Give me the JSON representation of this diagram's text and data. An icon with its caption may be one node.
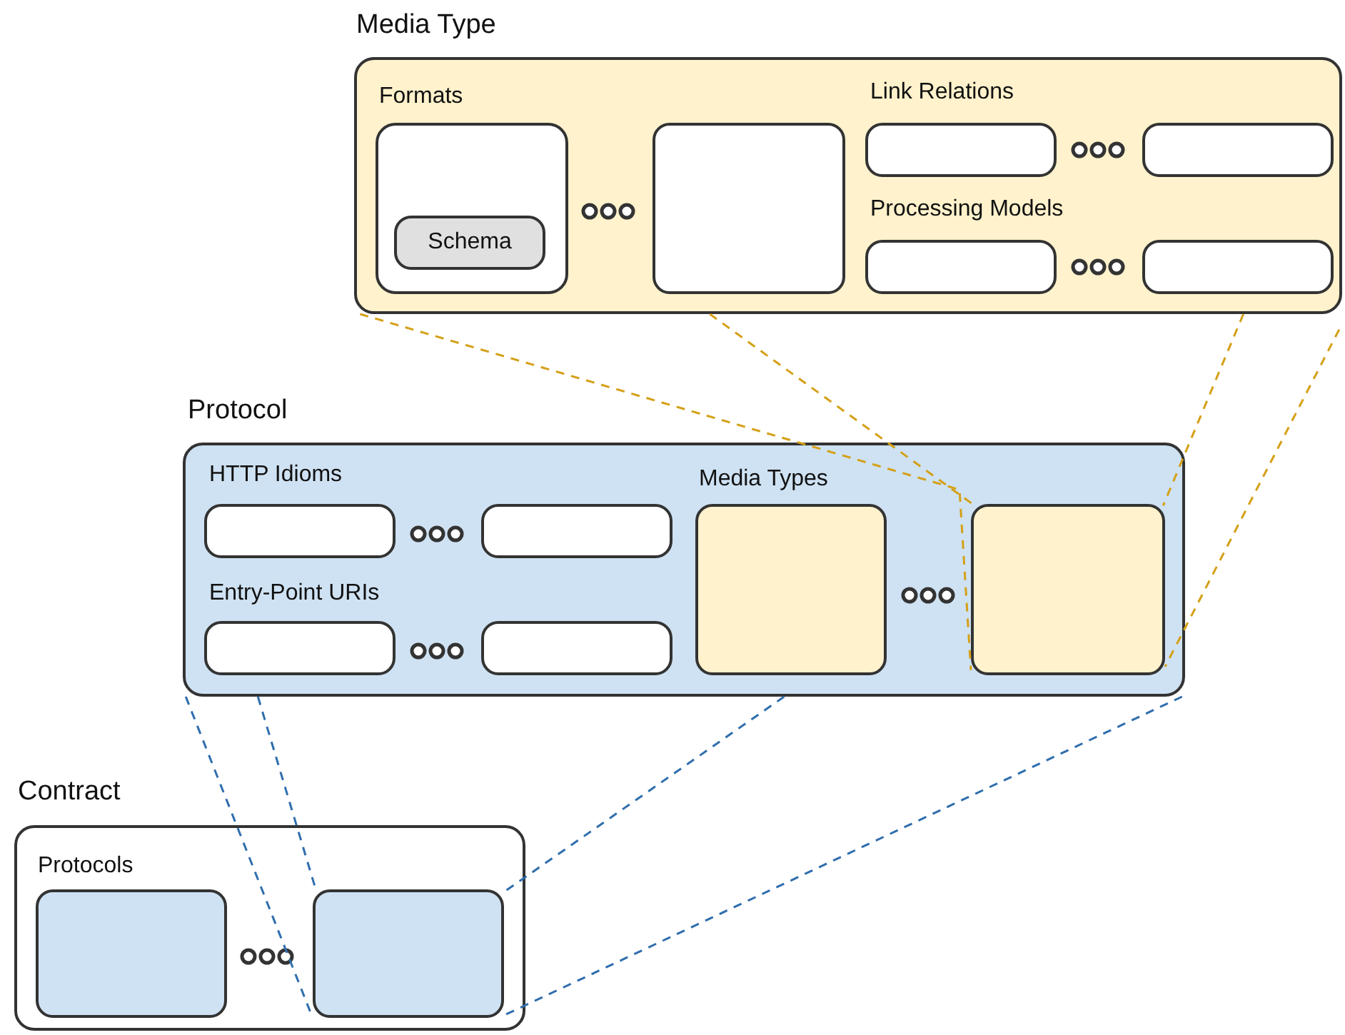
{
  "diagram": {
    "nodes": [
      {
        "text": [
          "Media Type",
          "Formats",
          "Link Relations",
          "Processing Models"
        ]
      },
      {
        "text": [],
        "shape": "box",
        "in": 0
      },
      {
        "text": [
          "Schema"
        ],
        "in": 1
      },
      {
        "text": [],
        "shape": "box",
        "in": 0
      },
      {
        "text": [],
        "shape": "box",
        "in": 0
      },
      {
        "text": [],
        "shape": "box",
        "in": 0
      },
      {
        "text": [],
        "shape": "box",
        "in": 0
      },
      {
        "text": [],
        "shape": "box",
        "in": 0
      },
      {
        "text": [
          "Protocol",
          "HTTP Idioms",
          "Entry-Point URIs",
          "Media Types"
        ]
      },
      {
        "text": [],
        "shape": "box",
        "in": 8
      },
      {
        "text": [],
        "shape": "box",
        "in": 8
      },
      {
        "text": [],
        "shape": "box",
        "in": 8
      },
      {
        "text": [],
        "shape": "box",
        "in": 8
      },
      {
        "text": [],
        "shape": "box",
        "in": 8
      },
      {
        "text": [],
        "shape": "box",
        "in": 8
      },
      {
        "text": [
          "Contract",
          "Protocols"
        ]
      },
      {
        "text": [],
        "shape": "box",
        "in": 15
      },
      {
        "text": [],
        "shape": "box",
        "in": 15
      }
    ],
    "edges": [
      {
        "from": 0,
        "to": 14,
        "arrow": "none",
        "style": "dashed",
        "color": "#d4a017"
      },
      {
        "from": 0,
        "to": 14,
        "arrow": "none",
        "style": "dashed",
        "color": "#d4a017"
      },
      {
        "from": 0,
        "to": 14,
        "arrow": "none",
        "style": "dashed",
        "color": "#d4a017"
      },
      {
        "from": 0,
        "to": 14,
        "arrow": "none",
        "style": "dashed",
        "color": "#d4a017"
      },
      {
        "from": 8,
        "to": 17,
        "arrow": "none",
        "style": "dashed",
        "color": "#2f6ead"
      },
      {
        "from": 8,
        "to": 17,
        "arrow": "none",
        "style": "dashed",
        "color": "#2f6ead"
      },
      {
        "from": 8,
        "to": 17,
        "arrow": "none",
        "style": "dashed",
        "color": "#2f6ead"
      },
      {
        "from": 8,
        "to": 17,
        "arrow": "none",
        "style": "dashed",
        "color": "#2f6ead"
      }
    ]
  }
}
